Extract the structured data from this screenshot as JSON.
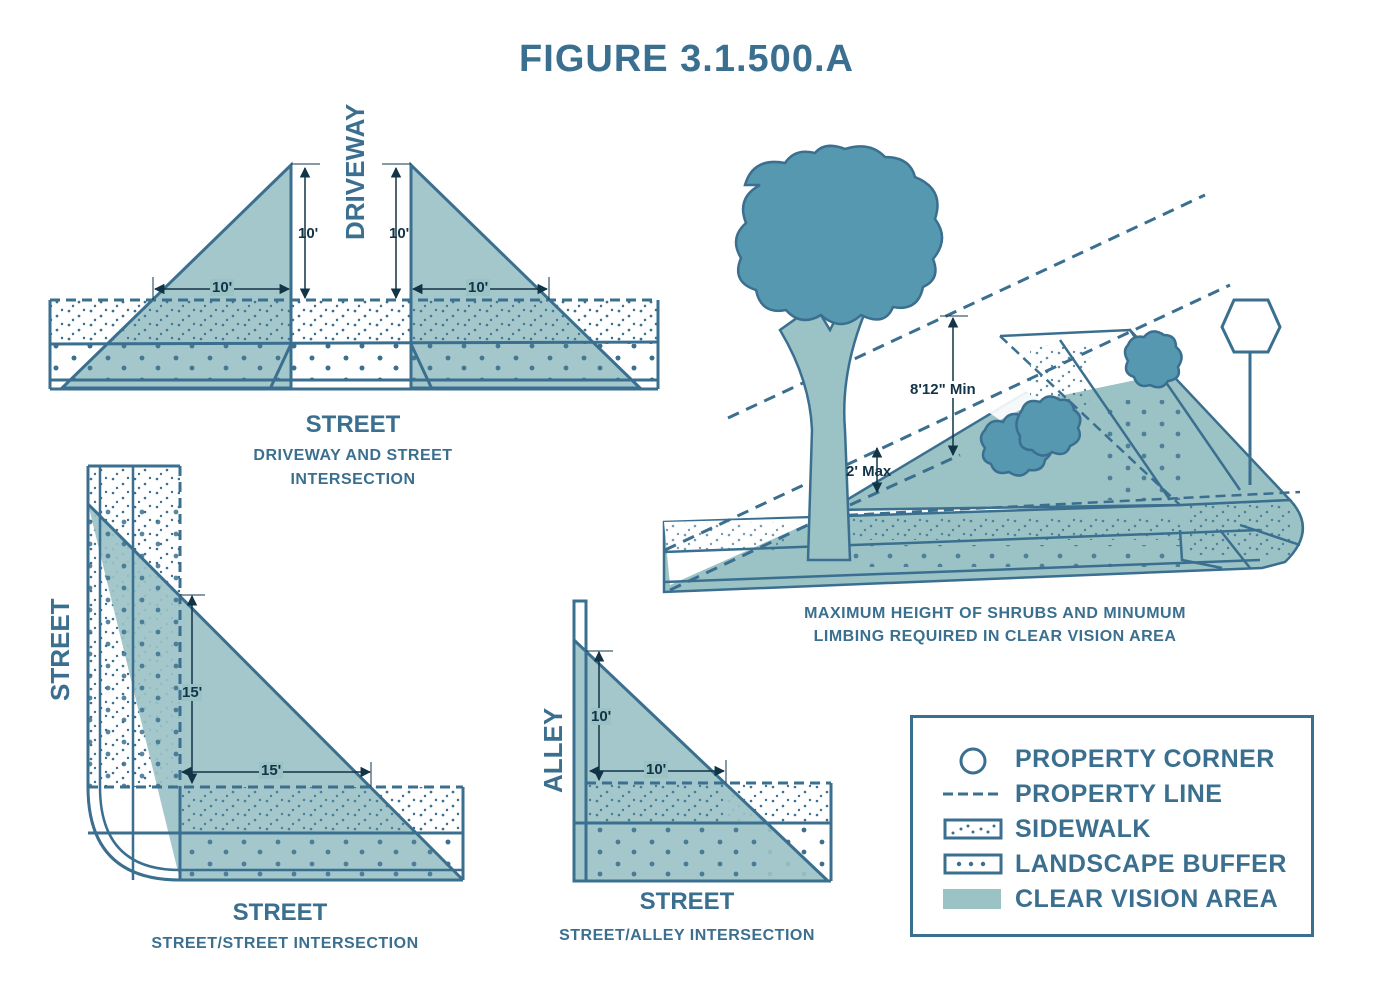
{
  "figure": {
    "title": "FIGURE 3.1.500.A",
    "colors": {
      "primary": "#3b6f8f",
      "clear_vision_area": "#9bc2c5",
      "tree_canopy": "#5598b0",
      "dimension_text": "#123447",
      "background": "#ffffff"
    }
  },
  "panels": {
    "driveway": {
      "road_label": "DRIVEWAY",
      "street_label": "STREET",
      "caption_line1": "DRIVEWAY AND STREET",
      "caption_line2": "INTERSECTION",
      "dims": {
        "left_vertical": "10'",
        "right_vertical": "10'",
        "left_horizontal": "10'",
        "right_horizontal": "10'"
      }
    },
    "street_street": {
      "road_label_vertical": "STREET",
      "road_label_horizontal": "STREET",
      "caption": "STREET/STREET INTERSECTION",
      "dims": {
        "vertical": "15'",
        "horizontal": "15'"
      }
    },
    "street_alley": {
      "road_label_vertical": "ALLEY",
      "road_label_horizontal": "STREET",
      "caption": "STREET/ALLEY INTERSECTION",
      "dims": {
        "vertical": "10'",
        "horizontal": "10'"
      }
    },
    "perspective": {
      "dims": {
        "limbing": "8'12\" Min",
        "shrub_max": "2' Max"
      },
      "caption_line1": "MAXIMUM HEIGHT OF SHRUBS AND MINUMUM",
      "caption_line2": "LIMBING REQUIRED IN CLEAR VISION AREA"
    }
  },
  "legend": {
    "items": [
      {
        "icon": "property-corner-circle-icon",
        "label": "PROPERTY CORNER"
      },
      {
        "icon": "property-line-dashed-icon",
        "label": "PROPERTY LINE"
      },
      {
        "icon": "sidewalk-swatch-icon",
        "label": "SIDEWALK"
      },
      {
        "icon": "landscape-buffer-swatch-icon",
        "label": "LANDSCAPE BUFFER"
      },
      {
        "icon": "clear-vision-area-swatch-icon",
        "label": "CLEAR VISION AREA"
      }
    ]
  }
}
